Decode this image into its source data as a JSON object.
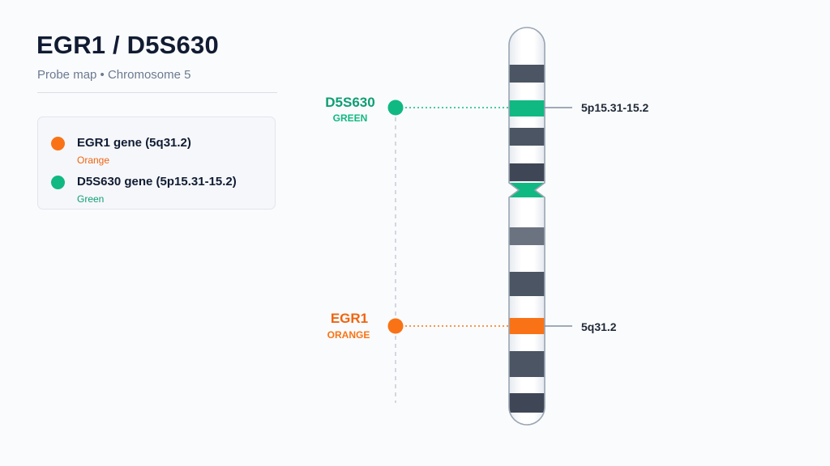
{
  "header": {
    "title": "EGR1 / D5S630",
    "subtitle": "Probe map • Chromosome 5"
  },
  "legend": {
    "items": [
      {
        "name": "EGR1 gene (5q31.2)",
        "color_label": "Orange",
        "color": "#f97316"
      },
      {
        "name": "D5S630 gene (5p15.31-15.2)",
        "color_label": "Green",
        "color": "#10b981"
      }
    ]
  },
  "probes": {
    "green": {
      "name": "D5S630",
      "color_label": "GREEN",
      "color": "#10b981",
      "text_color": "#0f9e74",
      "locus": "5p15.31-15.2"
    },
    "orange": {
      "name": "EGR1",
      "color_label": "ORANGE",
      "color": "#f97316",
      "text_color": "#f06410",
      "locus": "5q31.2"
    }
  },
  "colors": {
    "dark_band": "#4b5563",
    "mid_band": "#6b7380",
    "chromosome_outline": "#9aa5b4"
  }
}
